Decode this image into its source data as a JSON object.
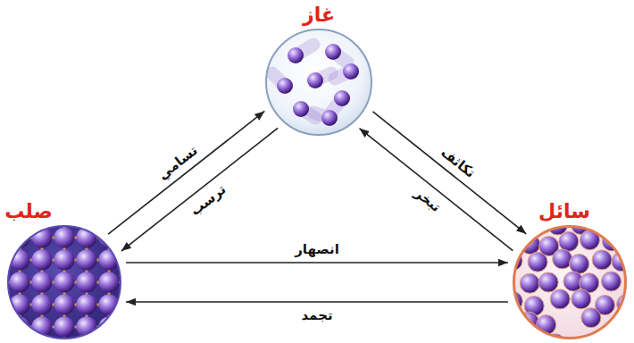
{
  "diagram": {
    "nodes": [
      {
        "text": [
          "غاز"
        ]
      },
      {
        "text": [
          "صلب"
        ]
      },
      {
        "text": [
          "سائل"
        ]
      }
    ],
    "edges": [
      {
        "from": 1,
        "to": 0,
        "arrow": "to",
        "label": "تسامي"
      },
      {
        "from": 0,
        "to": 1,
        "arrow": "to",
        "label": "ترسب"
      },
      {
        "from": 0,
        "to": 2,
        "arrow": "to",
        "label": "تكاثف"
      },
      {
        "from": 2,
        "to": 0,
        "arrow": "to",
        "label": "تبخر"
      },
      {
        "from": 1,
        "to": 2,
        "arrow": "to",
        "label": "انصهار"
      },
      {
        "from": 2,
        "to": 1,
        "arrow": "to",
        "label": "تجمد"
      }
    ]
  }
}
